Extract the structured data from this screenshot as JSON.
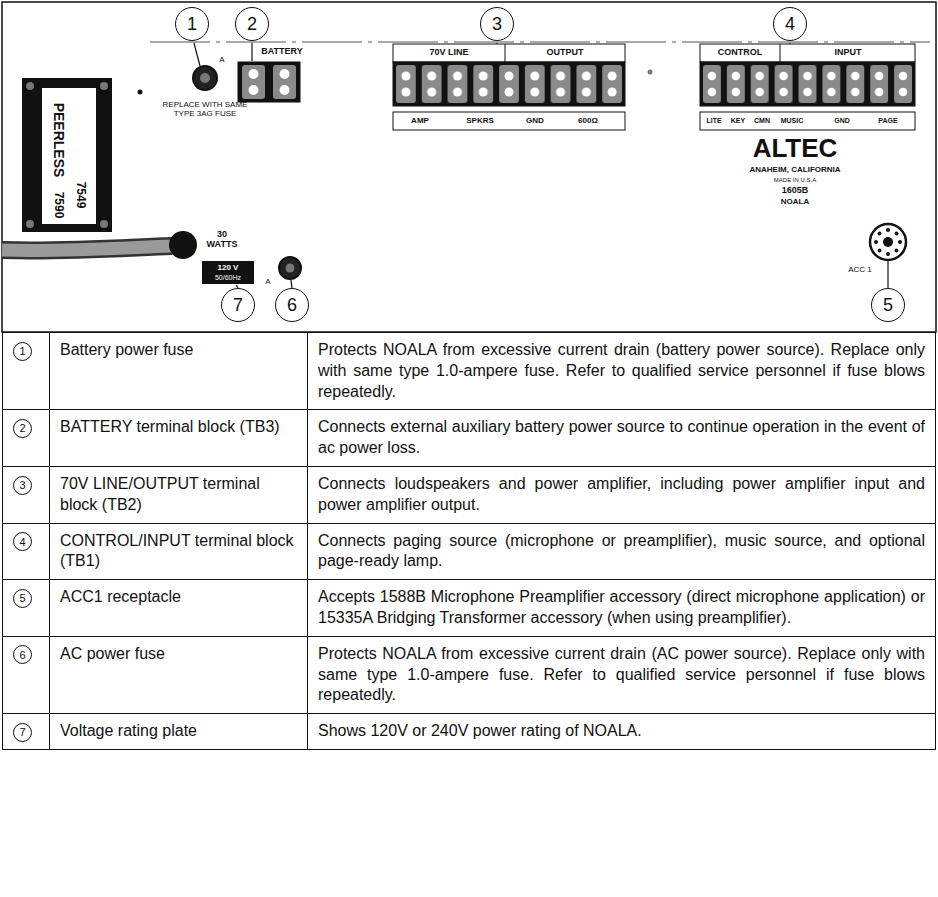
{
  "diagram": {
    "nodes": [
      {
        "text": [
          "1"
        ]
      },
      {
        "text": [
          "2"
        ]
      },
      {
        "text": [
          "3"
        ]
      },
      {
        "text": [
          "4"
        ]
      },
      {
        "text": [
          "5"
        ]
      },
      {
        "text": [
          "6"
        ]
      },
      {
        "text": [
          "7"
        ]
      }
    ],
    "labels": [
      "A",
      "REPLACE WITH SAME TYPE 3AG FUSE",
      "BATTERY",
      "70V LINE",
      "OUTPUT",
      "AMP",
      "SPKRS",
      "GND",
      "600Ω",
      "CONTROL",
      "INPUT",
      "LITE",
      "KEY",
      "CMN",
      "MUSIC",
      "GND",
      "PAGE",
      "ALTEC",
      "ANAHEIM, CALIFORNIA",
      "MADE IN U.S.A",
      "1605B",
      "NOALA",
      "ACC 1",
      "30 WATTS",
      "120 V",
      "50/60Hz",
      "A",
      "PEERLESS",
      "7590",
      "7549",
      "1",
      "Battery power fuse",
      "Protects NOALA from excessive current drain (battery power source). Replace only with same type 1.0-ampere fuse. Refer to qualified service personnel if fuse blows repeatedly.",
      "2",
      "BATTERY terminal block (TB3)",
      "Connects external auxiliary battery power source to continue operation in the event of ac power loss.",
      "3",
      "70V LINE/OUTPUT terminal block (TB2)",
      "Connects loudspeakers and power amplifier, including power amplifier input and power amplifier output.",
      "4",
      "CONTROL/INPUT terminal block (TB1)",
      "Connects paging source (microphone or preamplifier), music source, and optional page-ready lamp.",
      "5",
      "ACC1 receptacle",
      "Accepts 1588B Microphone Preamplifier accessory (direct microphone application) or 15335A Bridging Transformer accessory (when using preamplifier).",
      "6",
      "AC power fuse",
      "Protects NOALA from excessive current drain (AC power source). Replace only with same type 1.0-ampere fuse. Refer to qualified service personnel if fuse blows repeatedly.",
      "7",
      "Voltage rating plate",
      "Shows 120V or 240V power rating of NOALA."
    ]
  }
}
